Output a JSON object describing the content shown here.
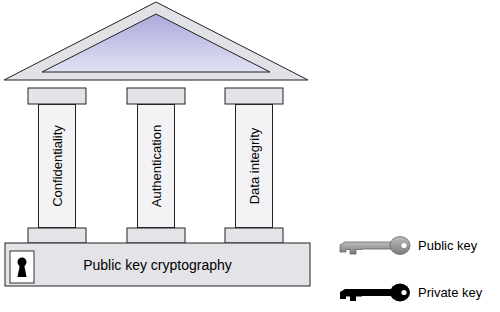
{
  "diagram": {
    "nodes": [
      {
        "text": [
          "Confidentiality"
        ]
      },
      {
        "text": [
          "Authentication"
        ]
      },
      {
        "text": [
          "Data integrity"
        ]
      },
      {
        "text": [
          "Public key cryptography"
        ]
      }
    ],
    "legend": [
      {
        "text": "Public key"
      },
      {
        "text": "Private key"
      }
    ]
  }
}
